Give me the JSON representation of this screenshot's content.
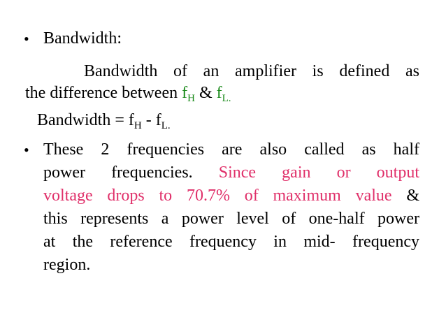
{
  "slide": {
    "bullet_char": "•",
    "heading": "Bandwidth:",
    "definition": {
      "line1": "Bandwidth of an amplifier is defined as",
      "line2_prefix": "the difference between ",
      "fh_base": "f",
      "fh_sub": "H",
      "amp": " & ",
      "fl_base": "f",
      "fl_sub": "L."
    },
    "formula": {
      "prefix": "Bandwidth = f",
      "fh_sub": "H",
      "minus": " -  f",
      "fl_sub": "L."
    },
    "paragraph": {
      "line1": "These 2 frequencies are also called as half",
      "line2_black": "power frequencies. ",
      "line2_pink": "Since gain or output",
      "line3_pink": "voltage drops to 70.7% of maximum value",
      "line3_black": " &",
      "line4": "this represents a power level of one-half power",
      "line5": "at the reference frequency in mid- frequency",
      "line6": "region."
    }
  },
  "colors": {
    "text": "#000000",
    "green_accent": "#1a8a1a",
    "pink_accent": "#e0306a",
    "background": "#ffffff"
  }
}
